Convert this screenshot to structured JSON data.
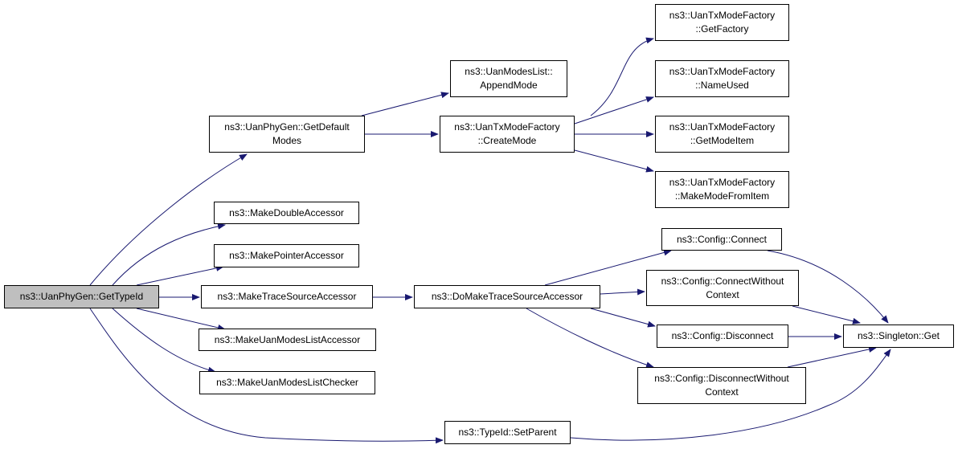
{
  "colors": {
    "edge": "#191970",
    "node_border": "#000000",
    "root_fill": "#bfbfbf",
    "node_fill": "#ffffff"
  },
  "nodes": {
    "root": {
      "lines": [
        "ns3::UanPhyGen::GetTypeId"
      ]
    },
    "get_default_modes": {
      "lines": [
        "ns3::UanPhyGen::GetDefault",
        "Modes"
      ]
    },
    "append_mode": {
      "lines": [
        "ns3::UanModesList::",
        "AppendMode"
      ]
    },
    "create_mode": {
      "lines": [
        "ns3::UanTxModeFactory",
        "::CreateMode"
      ]
    },
    "get_factory": {
      "lines": [
        "ns3::UanTxModeFactory",
        "::GetFactory"
      ]
    },
    "name_used": {
      "lines": [
        "ns3::UanTxModeFactory",
        "::NameUsed"
      ]
    },
    "get_mode_item": {
      "lines": [
        "ns3::UanTxModeFactory",
        "::GetModeItem"
      ]
    },
    "make_mode_from_item": {
      "lines": [
        "ns3::UanTxModeFactory",
        "::MakeModeFromItem"
      ]
    },
    "make_double_accessor": {
      "lines": [
        "ns3::MakeDoubleAccessor"
      ]
    },
    "make_pointer_accessor": {
      "lines": [
        "ns3::MakePointerAccessor"
      ]
    },
    "make_trace_source_accessor": {
      "lines": [
        "ns3::MakeTraceSourceAccessor"
      ]
    },
    "do_make_trace_source_accessor": {
      "lines": [
        "ns3::DoMakeTraceSourceAccessor"
      ]
    },
    "make_uan_modes_list_accessor": {
      "lines": [
        "ns3::MakeUanModesListAccessor"
      ]
    },
    "make_uan_modes_list_checker": {
      "lines": [
        "ns3::MakeUanModesListChecker"
      ]
    },
    "config_connect": {
      "lines": [
        "ns3::Config::Connect"
      ]
    },
    "config_connect_without_context": {
      "lines": [
        "ns3::Config::ConnectWithout",
        "Context"
      ]
    },
    "config_disconnect": {
      "lines": [
        "ns3::Config::Disconnect"
      ]
    },
    "config_disconnect_without_context": {
      "lines": [
        "ns3::Config::DisconnectWithout",
        "Context"
      ]
    },
    "singleton_get": {
      "lines": [
        "ns3::Singleton::Get"
      ]
    },
    "typeid_set_parent": {
      "lines": [
        "ns3::TypeId::SetParent"
      ]
    }
  }
}
